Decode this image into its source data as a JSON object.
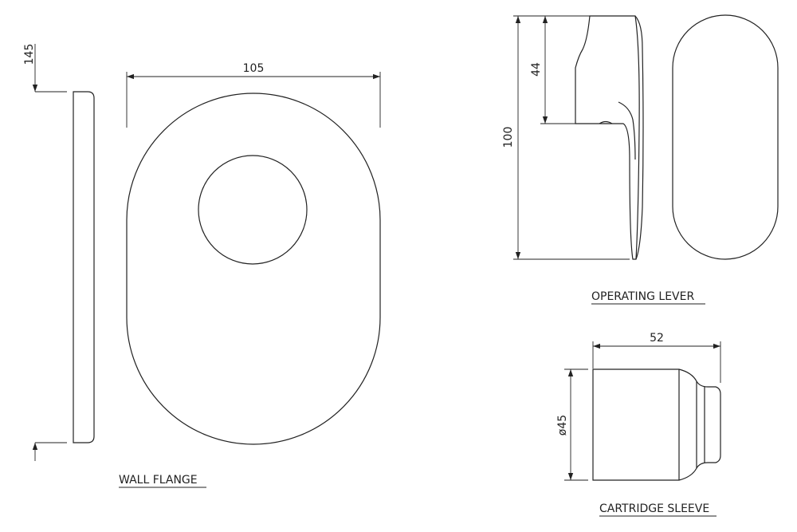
{
  "wall_flange": {
    "title": "WALL FLANGE",
    "dim_height": "145",
    "dim_width": "105"
  },
  "operating_lever": {
    "title": "OPERATING LEVER",
    "dim_height": "100",
    "dim_upper": "44"
  },
  "cartridge_sleeve": {
    "title": "CARTRIDGE SLEEVE",
    "dim_width": "52",
    "dim_diameter": "ø45"
  }
}
